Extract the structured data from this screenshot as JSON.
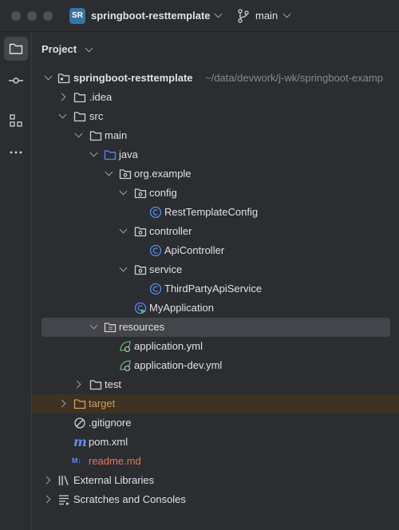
{
  "titlebar": {
    "project_badge": "SR",
    "project_name": "springboot-resttemplate",
    "branch": "main"
  },
  "panel": {
    "title": "Project"
  },
  "tree": {
    "root": {
      "label": "springboot-resttemplate",
      "path": "~/data/devwork/j-wk/springboot-examp"
    },
    "idea": "idea",
    "src": "src",
    "main": "main",
    "java": "java",
    "org_example": "org.example",
    "config": "config",
    "rest_template_config": "RestTemplateConfig",
    "controller": "controller",
    "api_controller": "ApiController",
    "service": "service",
    "third_party_api_service": "ThirdPartyApiService",
    "my_application": "MyApplication",
    "resources": "resources",
    "application_yml": "application.yml",
    "application_dev_yml": "application-dev.yml",
    "test": "test",
    "target": "target",
    "gitignore": ".gitignore",
    "pom": "pom.xml",
    "readme": "readme.md",
    "external_libraries": "External Libraries",
    "scratches": "Scratches and Consoles"
  },
  "icons": {
    "folder": "folder-icon",
    "package": "package-icon",
    "class": "class-icon",
    "spring_config": "spring-leaf-icon",
    "maven": "maven-icon",
    "markdown": "markdown-icon",
    "ignore": "gitignore-icon",
    "libraries": "libraries-icon",
    "scratches": "scratches-icon"
  },
  "colors": {
    "background": "#2b2d30",
    "selected_row": "#43454a",
    "excluded_row": "#3d3223",
    "excluded_text": "#d69c5d",
    "modified_text": "#e3795f",
    "class_icon": "#548af7",
    "spring_icon": "#5fb865"
  }
}
